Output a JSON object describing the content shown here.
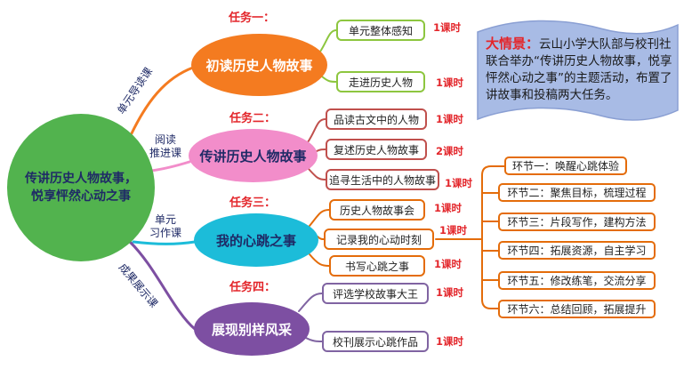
{
  "center": {
    "line1": "传讲历史人物故事，",
    "line2": "悦享怦然心动之事"
  },
  "tasks": [
    {
      "tag": "任务一：",
      "title": "初读历史人物故事",
      "lesson_type": [
        "单元导读课"
      ],
      "items": [
        {
          "label": "单元整体感知",
          "hours": "1课时"
        },
        {
          "label": "走进历史人物",
          "hours": "1课时"
        }
      ]
    },
    {
      "tag": "任务二：",
      "title": "传讲历史人物故事",
      "lesson_type": [
        "阅读",
        "推进课"
      ],
      "items": [
        {
          "label": "品读古文中的人物",
          "hours": "1课时"
        },
        {
          "label": "复述历史人物故事",
          "hours": "2课时"
        },
        {
          "label": "追寻生活中的人物故事",
          "hours": "1课时"
        }
      ]
    },
    {
      "tag": "任务三：",
      "title": "我的心跳之事",
      "lesson_type": [
        "单元",
        "习作课"
      ],
      "items": [
        {
          "label": "历史人物故事会",
          "hours": "1课时"
        },
        {
          "label": "记录我的心动时刻",
          "hours": "1课时"
        },
        {
          "label": "书写心跳之事",
          "hours": "1课时"
        }
      ]
    },
    {
      "tag": "任务四：",
      "title": "展现别样风采",
      "lesson_type": [
        "成果展示课"
      ],
      "items": [
        {
          "label": "评选学校故事大王",
          "hours": "1课时"
        },
        {
          "label": "校刊展示心跳作品",
          "hours": "1课时"
        }
      ]
    }
  ],
  "stages": [
    "环节一：唤醒心跳体验",
    "环节二：聚焦目标，梳理过程",
    "环节三：片段写作，建构方法",
    "环节四：拓展资源，自主学习",
    "环节五：修改练笔，交流分享",
    "环节六：总结回顾，拓展提升"
  ],
  "scene": {
    "label": "大情景：",
    "text": "云山小学大队部与校刊社联合举办“传讲历史人物故事，悦享怦然心动之事”的主题活动，布置了讲故事和投稿两大任务。"
  },
  "colors": {
    "center": "#52B34E",
    "task1": "#F47B20",
    "task2": "#F28DCA",
    "task3": "#1CBCD9",
    "task4": "#7D4FA2",
    "border1": "#8DC63F",
    "border2": "#C0504D",
    "border3": "#E46C0A",
    "border4": "#8064A2",
    "accent_red": "#E3262B",
    "text_navy": "#1F2A66",
    "scene_fill": "#A8BBE5",
    "scene_border": "#8A9FD3"
  }
}
